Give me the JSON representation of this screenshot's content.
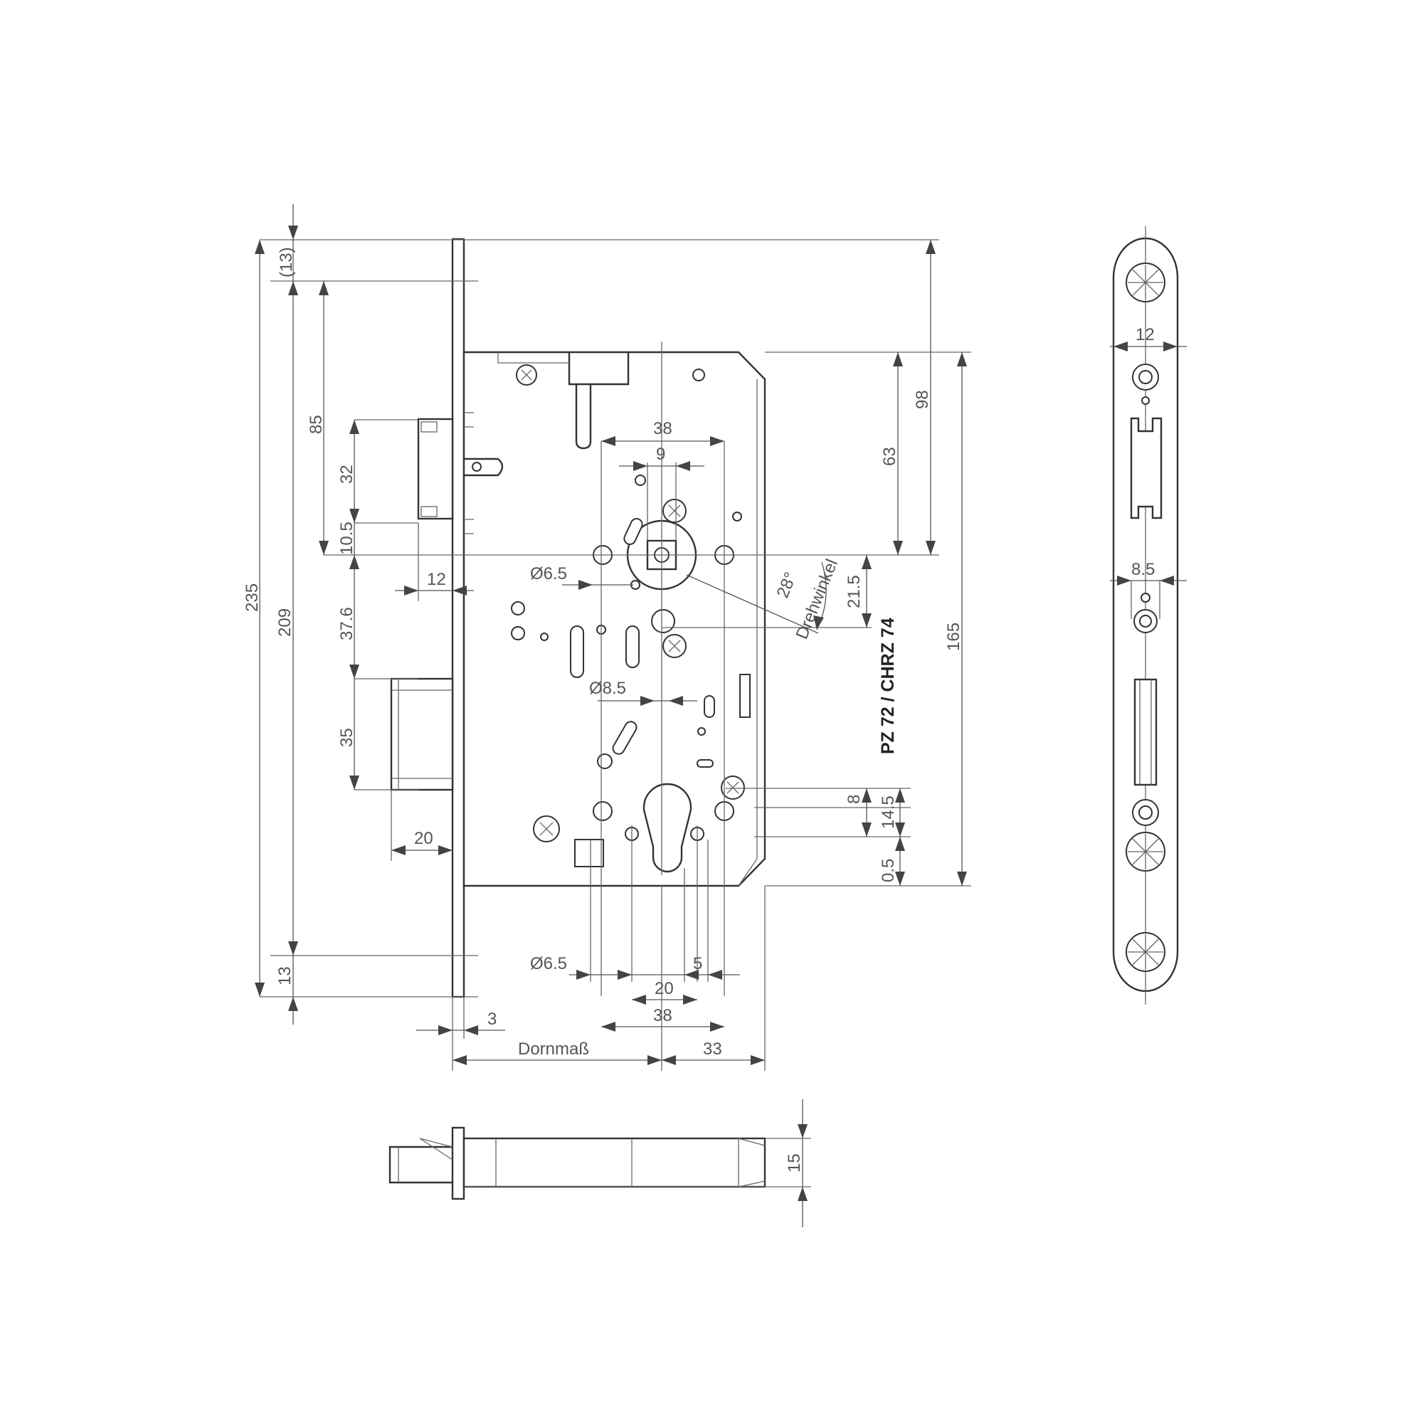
{
  "labels": {
    "d_13_top": "(13)",
    "d_235": "235",
    "d_209": "209",
    "d_85": "85",
    "d_32": "32",
    "d_10_5": "10.5",
    "d_12_left": "12",
    "d_37_6": "37.6",
    "d_35": "35",
    "d_20_left": "20",
    "d_13_bottom": "13",
    "d_38_top": "38",
    "d_9": "9",
    "d_dia_6_5_top": "Ø6.5",
    "d_dia_8_5": "Ø8.5",
    "d_dia_6_5_bottom": "Ø6.5",
    "d_5": "5",
    "d_20_bottom": "20",
    "d_38_bottom": "38",
    "d_3": "3",
    "d_dornmass": "Dornmaß",
    "d_33": "33",
    "d_63": "63",
    "d_98": "98",
    "d_165": "165",
    "d_21_5": "21.5",
    "d_8": "8",
    "d_14_5": "14.5",
    "d_0_5": "0.5",
    "angle_28": "28°",
    "drehwinkel": "Drehwinkel",
    "pz_chrz": "PZ 72 / CHRZ 74",
    "d_12_plate": "12",
    "d_8_5_plate": "8.5",
    "d_15": "15"
  }
}
